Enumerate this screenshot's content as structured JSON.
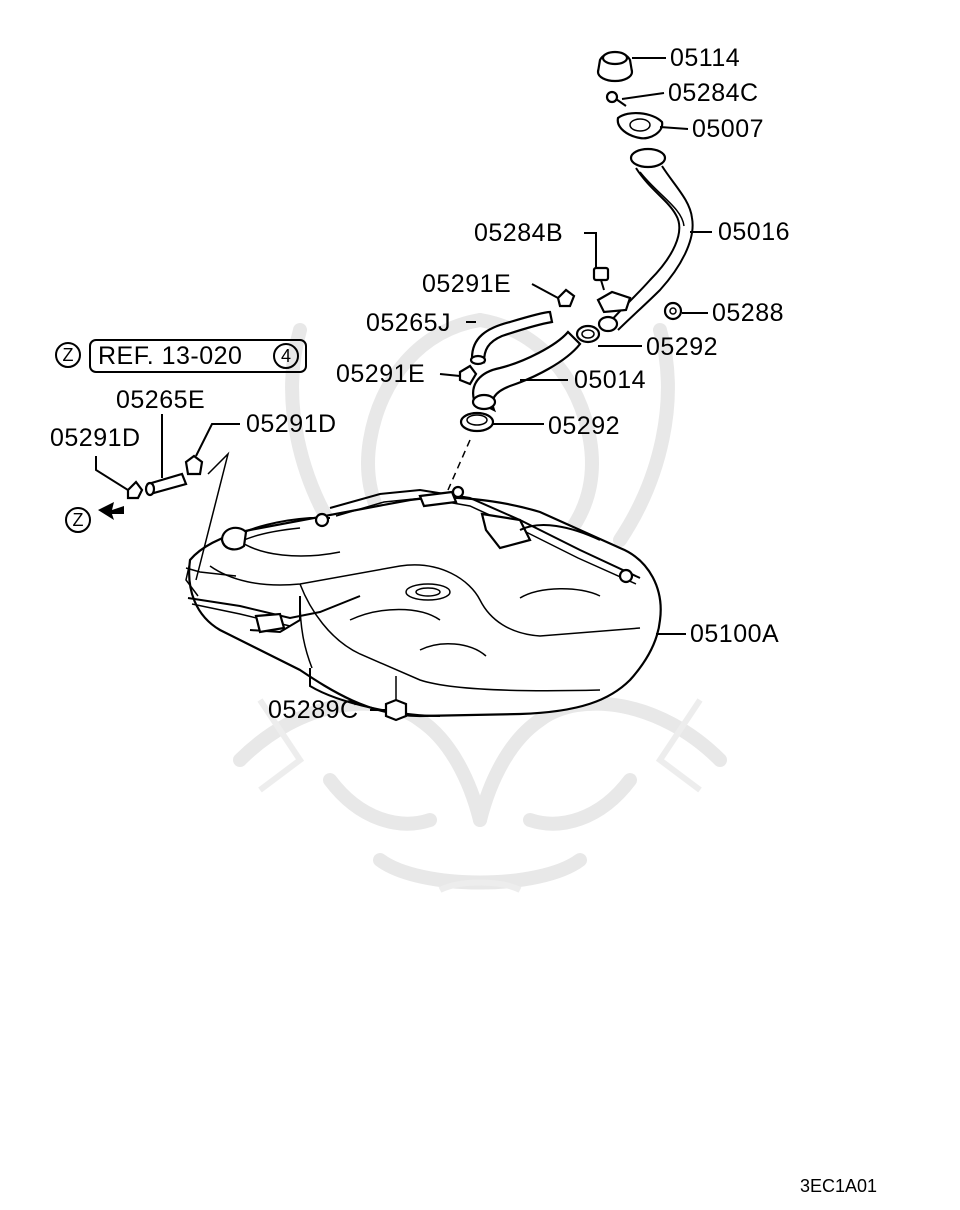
{
  "parts": {
    "p05114": "05114",
    "p05284C": "05284C",
    "p05007": "05007",
    "p05016": "05016",
    "p05284B": "05284B",
    "p05291E_a": "05291E",
    "p05288": "05288",
    "p05265J": "05265J",
    "p05292_a": "05292",
    "p05291E_b": "05291E",
    "p05014": "05014",
    "p05292_b": "05292",
    "p05265E": "05265E",
    "p05291D_a": "05291D",
    "p05291D_b": "05291D",
    "p05100A": "05100A",
    "p05289C": "05289C"
  },
  "reference": {
    "marker": "Z",
    "text": "REF. 13-020",
    "number": "4"
  },
  "connector": {
    "marker": "Z"
  },
  "diagram_code": "3EC1A01"
}
